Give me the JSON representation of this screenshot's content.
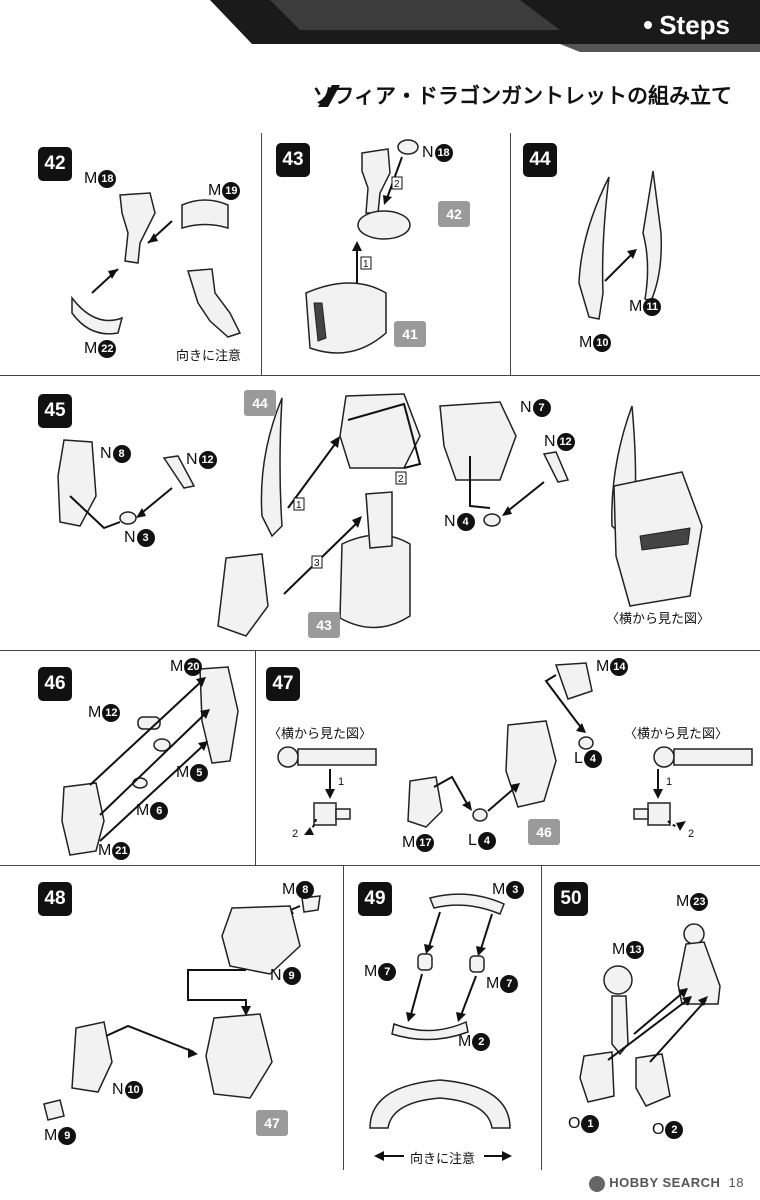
{
  "header": {
    "badge_label": "Steps",
    "section_title": "ソフィア・ドラゴンガントレットの組み立て"
  },
  "steps": {
    "s42": {
      "number": "42",
      "parts": [
        {
          "letter": "M",
          "num": "18"
        },
        {
          "letter": "M",
          "num": "19"
        },
        {
          "letter": "M",
          "num": "22"
        }
      ],
      "note": "向きに注意"
    },
    "s43": {
      "number": "43",
      "parts": [
        {
          "letter": "N",
          "num": "18"
        }
      ],
      "steps": [
        "1",
        "2"
      ],
      "refs": [
        "42",
        "41"
      ]
    },
    "s44": {
      "number": "44",
      "parts": [
        {
          "letter": "M",
          "num": "11"
        },
        {
          "letter": "M",
          "num": "10"
        }
      ]
    },
    "s45": {
      "number": "45",
      "parts": [
        {
          "letter": "N",
          "num": "8"
        },
        {
          "letter": "N",
          "num": "12"
        },
        {
          "letter": "N",
          "num": "3"
        },
        {
          "letter": "N",
          "num": "7"
        },
        {
          "letter": "N",
          "num": "12"
        },
        {
          "letter": "N",
          "num": "4"
        }
      ],
      "steps": [
        "1",
        "2",
        "3"
      ],
      "refs": [
        "44",
        "43"
      ],
      "side_view": "〈横から見た図〉"
    },
    "s46": {
      "number": "46",
      "parts": [
        {
          "letter": "M",
          "num": "20"
        },
        {
          "letter": "M",
          "num": "12"
        },
        {
          "letter": "M",
          "num": "5"
        },
        {
          "letter": "M",
          "num": "6"
        },
        {
          "letter": "M",
          "num": "21"
        }
      ]
    },
    "s47": {
      "number": "47",
      "parts": [
        {
          "letter": "M",
          "num": "14"
        },
        {
          "letter": "L",
          "num": "4"
        },
        {
          "letter": "M",
          "num": "17"
        },
        {
          "letter": "L",
          "num": "4"
        }
      ],
      "side_view_left": "〈横から見た図〉",
      "side_view_right": "〈横から見た図〉",
      "steps": [
        "1",
        "2",
        "1",
        "2"
      ],
      "refs": [
        "46"
      ]
    },
    "s48": {
      "number": "48",
      "parts": [
        {
          "letter": "M",
          "num": "8"
        },
        {
          "letter": "N",
          "num": "9"
        },
        {
          "letter": "N",
          "num": "10"
        },
        {
          "letter": "M",
          "num": "9"
        }
      ],
      "refs": [
        "47"
      ]
    },
    "s49": {
      "number": "49",
      "parts": [
        {
          "letter": "M",
          "num": "3"
        },
        {
          "letter": "M",
          "num": "7"
        },
        {
          "letter": "M",
          "num": "7"
        },
        {
          "letter": "M",
          "num": "2"
        }
      ],
      "note": "向きに注意"
    },
    "s50": {
      "number": "50",
      "parts": [
        {
          "letter": "M",
          "num": "23"
        },
        {
          "letter": "M",
          "num": "13"
        },
        {
          "letter": "O",
          "num": "1"
        },
        {
          "letter": "O",
          "num": "2"
        }
      ]
    }
  },
  "footer": {
    "watermark": "HOBBY SEARCH",
    "page_number": "18"
  },
  "colors": {
    "header_dark": "#1a1a1a",
    "header_accent": "#4a4a4a",
    "ref_badge": "#9a9a9a",
    "ink": "#111111"
  }
}
